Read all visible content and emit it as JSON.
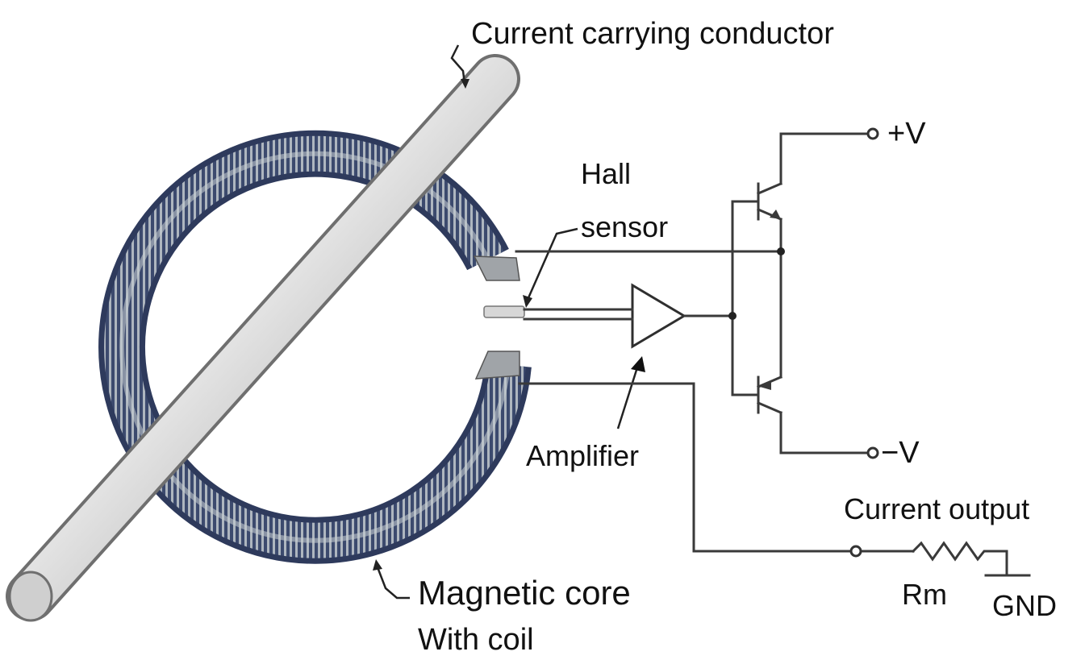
{
  "labels": {
    "conductor": "Current carrying conductor",
    "hall_line1": "Hall",
    "hall_line2": "sensor",
    "amplifier": "Amplifier",
    "pos_supply": "+V",
    "neg_supply": "−V",
    "current_output": "Current output",
    "resistor": "Rm",
    "ground": "GND",
    "core_line1": "Magnetic core",
    "core_line2": "With coil"
  },
  "colors": {
    "coil_dark": "#2e3a5c",
    "coil_light": "#c9cfd4",
    "conductor": "#bdbdbd",
    "wire": "#3a3a3a"
  }
}
